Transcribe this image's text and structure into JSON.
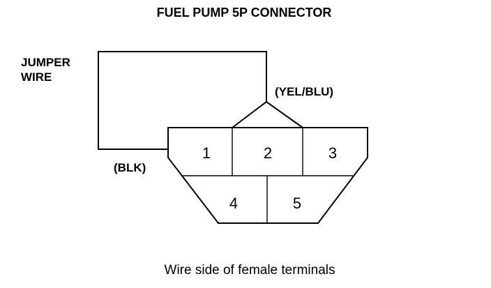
{
  "title": "FUEL PUMP 5P CONNECTOR",
  "jumper_label": [
    "JUMPER",
    "WIRE"
  ],
  "wire_colors": {
    "yel_blu": "(YEL/BLU)",
    "blk": "(BLK)"
  },
  "terminals": [
    "1",
    "2",
    "3",
    "4",
    "5"
  ],
  "caption": "Wire side of female terminals"
}
